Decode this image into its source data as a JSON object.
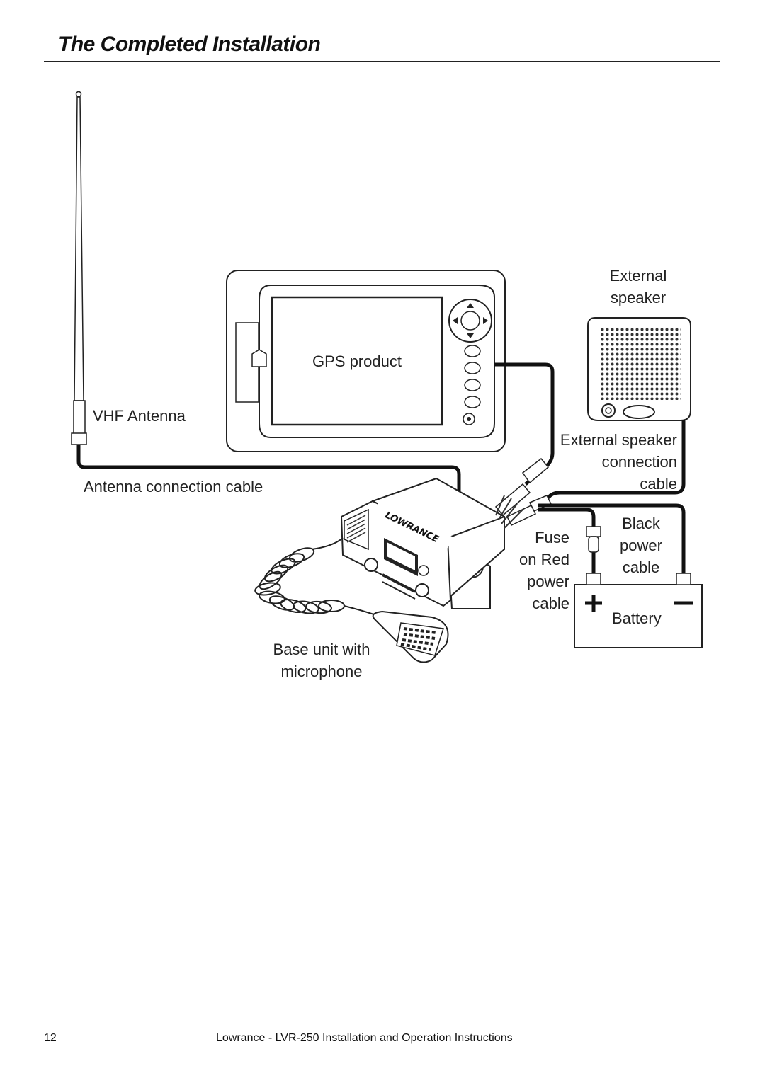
{
  "page": {
    "title": "The Completed Installation",
    "footer_page_number": "12",
    "footer_text": "Lowrance - LVR-250 Installation and Operation Instructions"
  },
  "labels": {
    "vhf_antenna": "VHF Antenna",
    "gps_product": "GPS product",
    "external_speaker_line1": "External",
    "external_speaker_line2": "speaker",
    "ext_speaker_cable_line1": "External speaker",
    "ext_speaker_cable_line2": "connection",
    "ext_speaker_cable_line3": "cable",
    "antenna_cable": "Antenna connection cable",
    "black_power_line1": "Black",
    "black_power_line2": "power",
    "black_power_line3": "cable",
    "fuse_line1": "Fuse",
    "fuse_line2": "on Red",
    "fuse_line3": "power",
    "fuse_line4": "cable",
    "battery": "Battery",
    "battery_plus": "+",
    "battery_minus": "−",
    "base_unit_line1": "Base unit with",
    "base_unit_line2": "microphone",
    "brand_logo": "LOWRANCE"
  }
}
